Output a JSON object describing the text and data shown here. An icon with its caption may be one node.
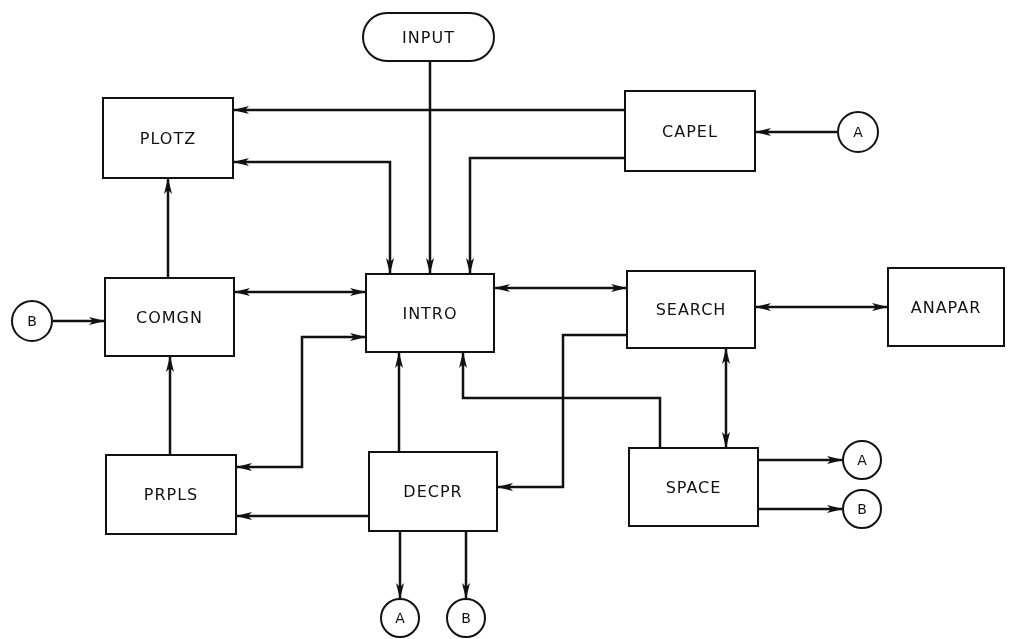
{
  "diagram": {
    "nodes": [
      {
        "text": [
          "INPUT"
        ]
      },
      {
        "text": [
          "PLOTZ"
        ]
      },
      {
        "text": [
          "CAPEL"
        ]
      },
      {
        "text": [
          "A"
        ]
      },
      {
        "text": [
          "B"
        ]
      },
      {
        "text": [
          "COMGN"
        ]
      },
      {
        "text": [
          "INTRO"
        ]
      },
      {
        "text": [
          "SEARCH"
        ]
      },
      {
        "text": [
          "ANAPAR"
        ]
      },
      {
        "text": [
          "PRPLS"
        ]
      },
      {
        "text": [
          "DECPR"
        ]
      },
      {
        "text": [
          "SPACE"
        ]
      },
      {
        "text": [
          "A"
        ]
      },
      {
        "text": [
          "B"
        ]
      },
      {
        "text": [
          "A"
        ]
      },
      {
        "text": [
          "B"
        ]
      }
    ],
    "edges": [
      {
        "from": 0,
        "to": 6,
        "arrow": "to"
      },
      {
        "from": 2,
        "to": 1,
        "arrow": "to"
      },
      {
        "from": 1,
        "to": 6,
        "arrow": "both"
      },
      {
        "from": 2,
        "to": 6,
        "arrow": "to"
      },
      {
        "from": 3,
        "to": 2,
        "arrow": "to"
      },
      {
        "from": 5,
        "to": 1,
        "arrow": "to"
      },
      {
        "from": 4,
        "to": 5,
        "arrow": "to"
      },
      {
        "from": 5,
        "to": 6,
        "arrow": "both"
      },
      {
        "from": 9,
        "to": 5,
        "arrow": "to"
      },
      {
        "from": 9,
        "to": 6,
        "arrow": "both"
      },
      {
        "from": 10,
        "to": 9,
        "arrow": "to"
      },
      {
        "from": 10,
        "to": 6,
        "arrow": "to"
      },
      {
        "from": 6,
        "to": 7,
        "arrow": "both"
      },
      {
        "from": 7,
        "to": 10,
        "arrow": "to"
      },
      {
        "from": 11,
        "to": 6,
        "arrow": "to"
      },
      {
        "from": 7,
        "to": 8,
        "arrow": "both"
      },
      {
        "from": 7,
        "to": 11,
        "arrow": "both"
      },
      {
        "from": 11,
        "to": 12,
        "arrow": "to"
      },
      {
        "from": 11,
        "to": 13,
        "arrow": "to"
      },
      {
        "from": 10,
        "to": 14,
        "arrow": "to"
      },
      {
        "from": 10,
        "to": 15,
        "arrow": "to"
      }
    ]
  }
}
